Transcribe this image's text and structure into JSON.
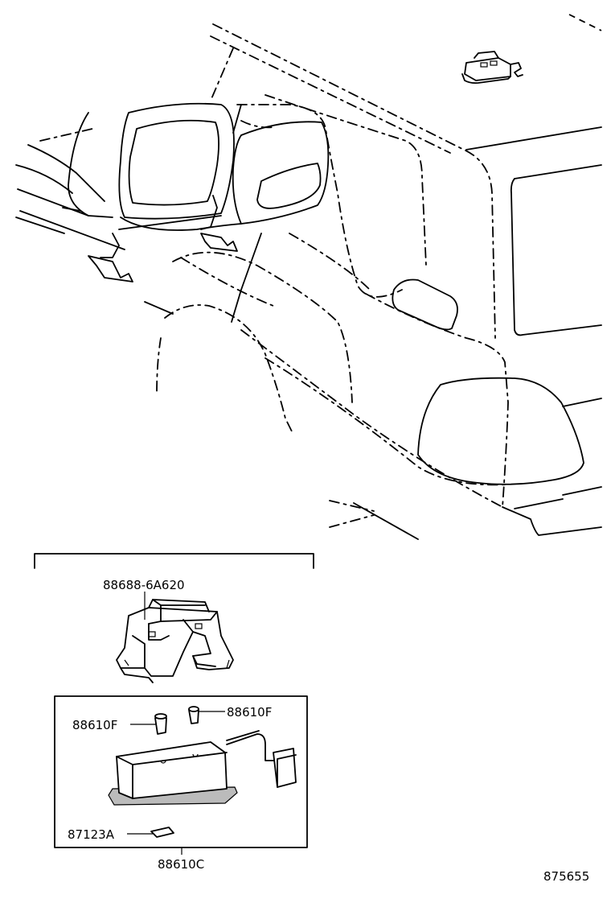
{
  "callouts": {
    "bracket_part": "88688-6A620",
    "clip_left": "88610F",
    "clip_right": "88610F",
    "fastener": "87123A",
    "assembly": "88610C"
  },
  "figure_number": "875655"
}
